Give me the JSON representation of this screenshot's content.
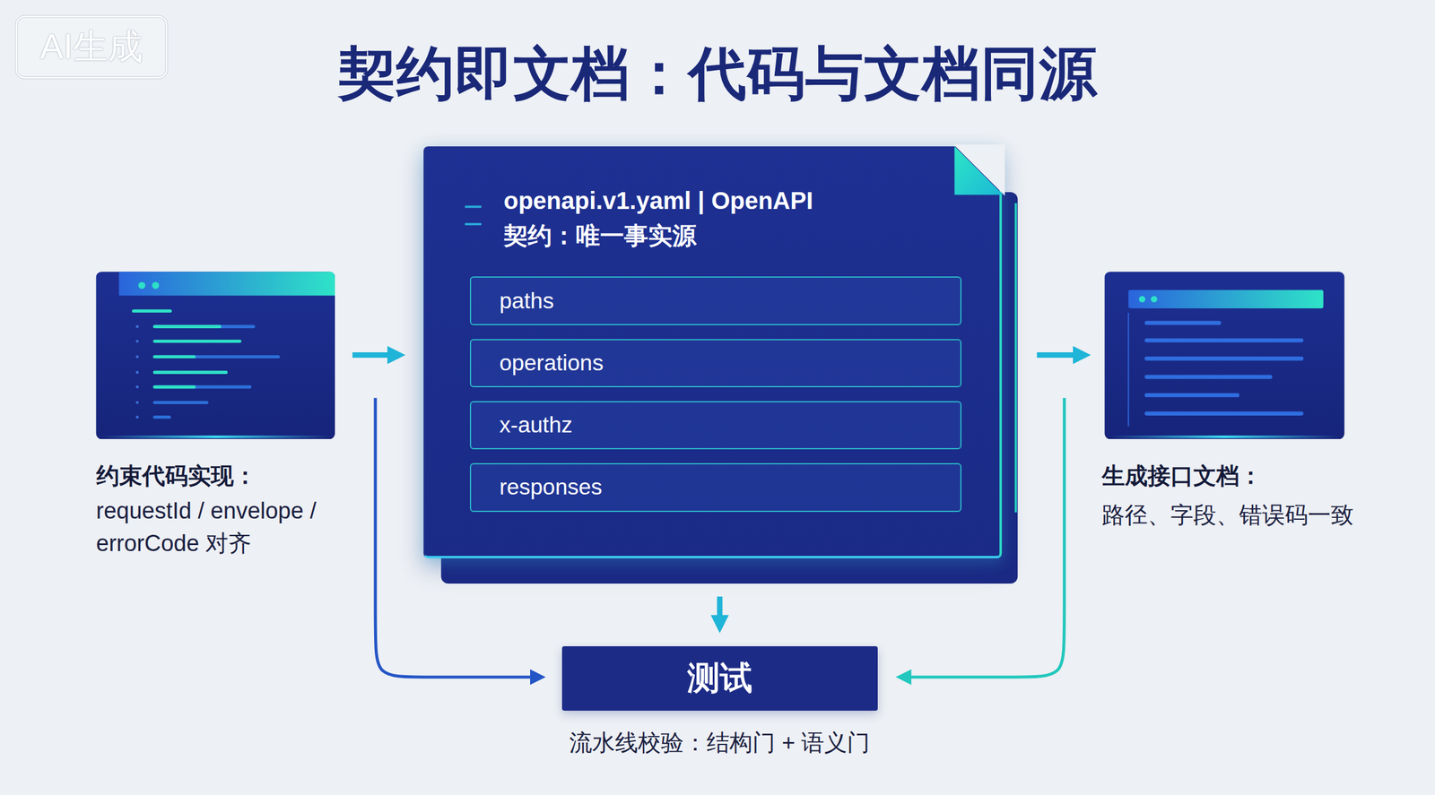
{
  "diagram": {
    "title": "契约即文档：代码与文档同源",
    "nodes": [
      {
        "text": [
          "约束代码实现：",
          "requestId / envelope / errorCode 对齐"
        ]
      },
      {
        "text": [
          "openapi.v1.yaml | OpenAPI",
          "契约：唯一事实源"
        ]
      },
      {
        "text": [
          "paths"
        ],
        "in": 1
      },
      {
        "text": [
          "operations"
        ],
        "in": 1
      },
      {
        "text": [
          "x-authz"
        ],
        "in": 1
      },
      {
        "text": [
          "responses"
        ],
        "in": 1
      },
      {
        "text": [
          "生成接口文档：",
          "路径、字段、错误码一致"
        ]
      },
      {
        "text": [
          "测试",
          "流水线校验：结构门 + 语义门"
        ]
      }
    ],
    "edges": [
      {
        "from": 0,
        "to": 1,
        "arrow": "to"
      },
      {
        "from": 1,
        "to": 6,
        "arrow": "to"
      },
      {
        "from": 1,
        "to": 7,
        "arrow": "to"
      },
      {
        "from": 0,
        "to": 7,
        "arrow": "to"
      },
      {
        "from": 6,
        "to": 7,
        "arrow": "to"
      }
    ],
    "labels": [
      "AI生成"
    ]
  }
}
